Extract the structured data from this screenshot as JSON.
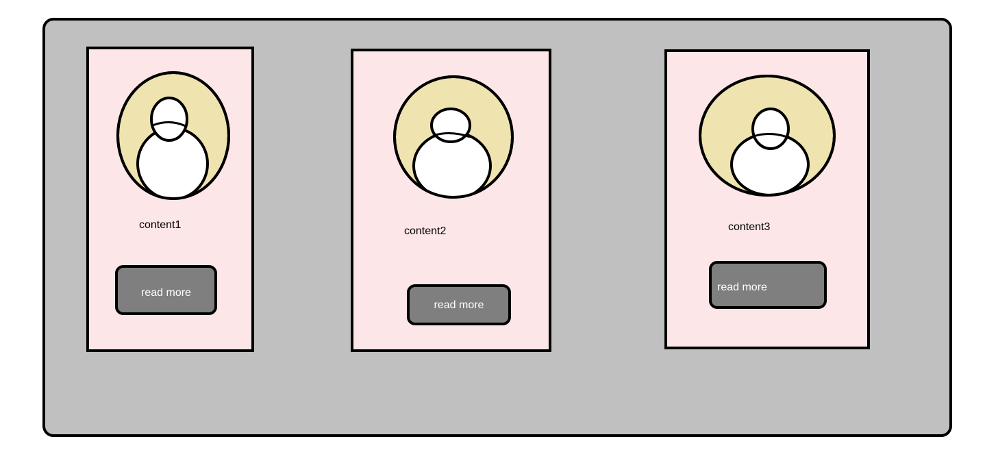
{
  "colors": {
    "panel_background": "#c0c0c0",
    "card_background": "#fde6e7",
    "avatar_outer": "#efe4b0",
    "avatar_figure": "#ffffff",
    "button_background": "#7f7f7f",
    "button_text": "#ffffff",
    "outline": "#000000"
  },
  "cards": [
    {
      "title": "content1",
      "button_label": "read more",
      "icon": "user-avatar-icon"
    },
    {
      "title": "content2",
      "button_label": "read more",
      "icon": "user-avatar-icon"
    },
    {
      "title": "content3",
      "button_label": "read more",
      "icon": "user-avatar-icon"
    }
  ]
}
